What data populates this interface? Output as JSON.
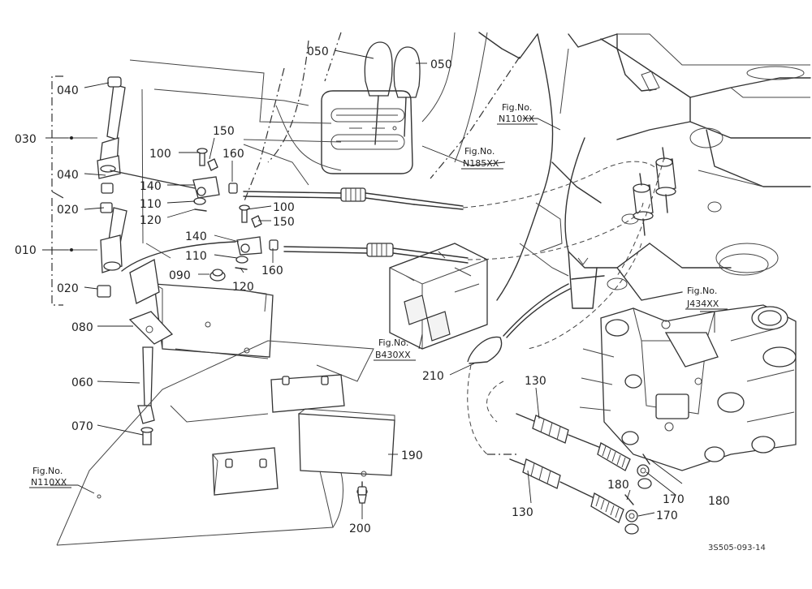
{
  "callouts": {
    "c010": "010",
    "c020a": "020",
    "c020b": "020",
    "c030": "030",
    "c040a": "040",
    "c040b": "040",
    "c050a": "050",
    "c050b": "050",
    "c060": "060",
    "c070": "070",
    "c080": "080",
    "c090": "090",
    "c100a": "100",
    "c100b": "100",
    "c110a": "110",
    "c110b": "110",
    "c120a": "120",
    "c120b": "120",
    "c130a": "130",
    "c130b": "130",
    "c140a": "140",
    "c140b": "140",
    "c150a": "150",
    "c150b": "150",
    "c160a": "160",
    "c160b": "160",
    "c170a": "170",
    "c170b": "170",
    "c180a": "180",
    "c180b": "180",
    "c190": "190",
    "c200": "200",
    "c210": "210"
  },
  "figure_refs": {
    "n110_top": {
      "line1": "Fig.No.",
      "line2": "N110XX"
    },
    "n185": {
      "line1": "Fig.No.",
      "line2": "N185XX"
    },
    "j434": {
      "line1": "Fig.No.",
      "line2": "J434XX"
    },
    "b430": {
      "line1": "Fig.No.",
      "line2": "B430XX"
    },
    "n110_bottom": {
      "line1": "Fig.No.",
      "line2": "N110XX"
    }
  },
  "drawing_code": "3S505-093-14"
}
